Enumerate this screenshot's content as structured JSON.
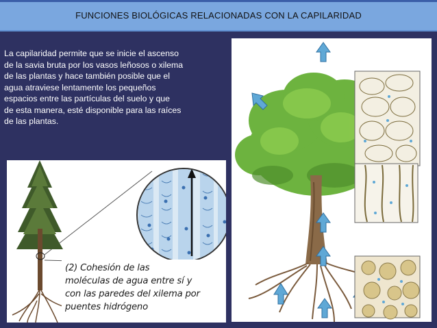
{
  "header": {
    "title": "FUNCIONES BIOLÓGICAS RELACIONADAS CON LA CAPILARIDAD"
  },
  "main": {
    "paragraph": "La capilaridad permite que se inicie el ascenso\nde la savia bruta por los vasos leñosos o xilema\nde las plantas y hace también posible que el\nagua atraviese lentamente los pequeños\nespacios entre las partículas del suelo y que\nde esta manera, esté disponible para las raíces\nde las plantas."
  },
  "left_figure": {
    "caption": "(2) Cohesión de las\nmoléculas de agua entre sí y\ncon las paredes del xilema por\npuentes hidrógeno"
  },
  "colors": {
    "background": "#2e3161",
    "title_bar": "#7aa7df",
    "arrow": "#5fa8d6",
    "foliage": "#6db33f",
    "trunk": "#8a6a48"
  }
}
